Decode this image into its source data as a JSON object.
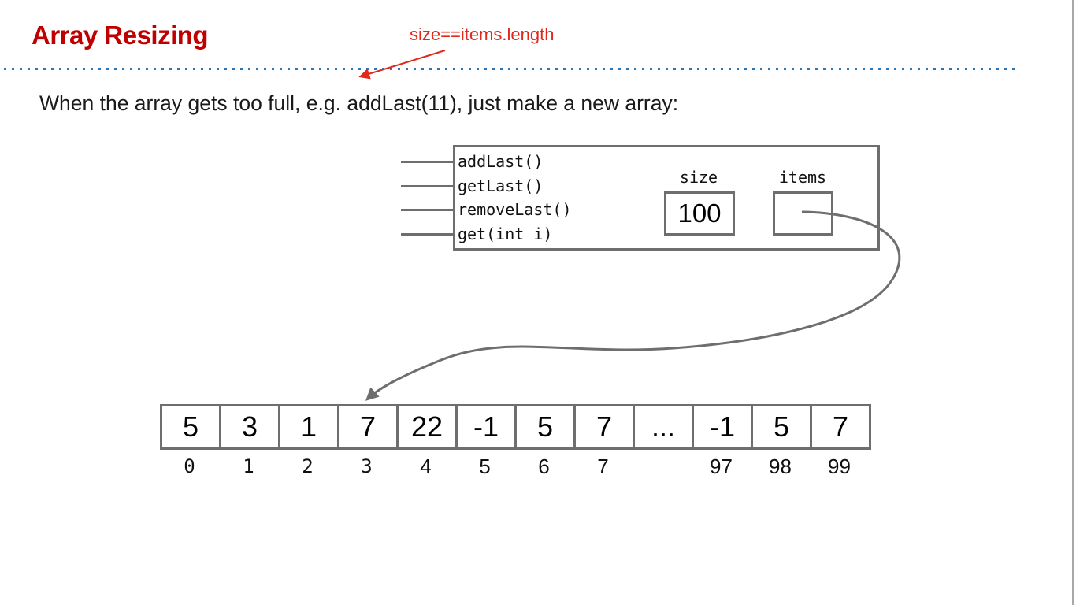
{
  "slide": {
    "title": "Array Resizing",
    "annotation": "size==items.length",
    "body_text": "When the array gets too full, e.g. addLast(11), just make a new array:"
  },
  "colors": {
    "title_red": "#c00000",
    "annotation_red": "#e0281c",
    "divider_blue": "#2e75b6",
    "diagram_gray": "#6e6e6e",
    "text_black": "#1a1a1a"
  },
  "alist_object": {
    "methods": [
      "addLast()",
      "getLast()",
      "removeLast()",
      "get(int i)"
    ],
    "size_label": "size",
    "size_value": "100",
    "items_label": "items"
  },
  "array": {
    "cells": [
      {
        "value": "5",
        "index": "0"
      },
      {
        "value": "3",
        "index": "1"
      },
      {
        "value": "1",
        "index": "2"
      },
      {
        "value": "7",
        "index": "3"
      },
      {
        "value": "22",
        "index": "4"
      },
      {
        "value": "-1",
        "index": "5"
      },
      {
        "value": "5",
        "index": "6"
      },
      {
        "value": "7",
        "index": "7"
      },
      {
        "value": "...",
        "index": ""
      },
      {
        "value": "-1",
        "index": "97"
      },
      {
        "value": "5",
        "index": "98"
      },
      {
        "value": "7",
        "index": "99"
      }
    ]
  }
}
